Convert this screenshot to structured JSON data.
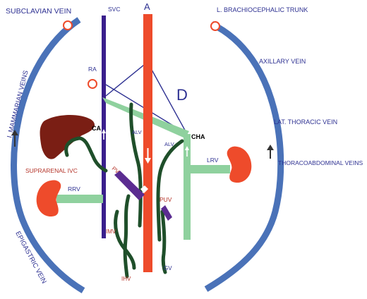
{
  "panel_letter": "D",
  "labels": {
    "subclavian_vein": "SUBCLAVIAN VEIN",
    "svc": "SVC",
    "aorta": "A",
    "l_brachiocephalic_trunk": "L. BRACHIOCEPHALIC TRUNK",
    "i_mammarian_veins": "I. MAMMARIAN VEINS",
    "ra": "RA",
    "axillary_vein": "AXILLARY VEIN",
    "ca": "CA",
    "alv_left": "ALV",
    "alv_right": "ALV",
    "cha": "CHA",
    "lat_thoracic_vein": "LAT. THORACIC VEIN",
    "suprarenal_ivc": "SUPRARENAL IVC",
    "pv": "PV",
    "lrv": "LRV",
    "thoracoabdominal_veins": "THORACOABDOMINAL VEINS",
    "rrv": "RRV",
    "puv": "PUV",
    "imv": "IMV",
    "epigastric_vein": "EPIGASTRIC VEIN",
    "ihv": "IHV",
    "gv": "GV"
  },
  "colors": {
    "arc_blue": "#4a72b8",
    "label_navy": "#2e3192",
    "label_red": "#b5352a",
    "aorta_red": "#ee4b2b",
    "vein_navy": "#3a1f8c",
    "portal_purple": "#5b2c91",
    "dark_green": "#1f4f2a",
    "light_green": "#8fd19e",
    "kidney_orange": "#ee4b2b",
    "liver_brown": "#7a1e14",
    "arrow_dark": "#333333"
  }
}
